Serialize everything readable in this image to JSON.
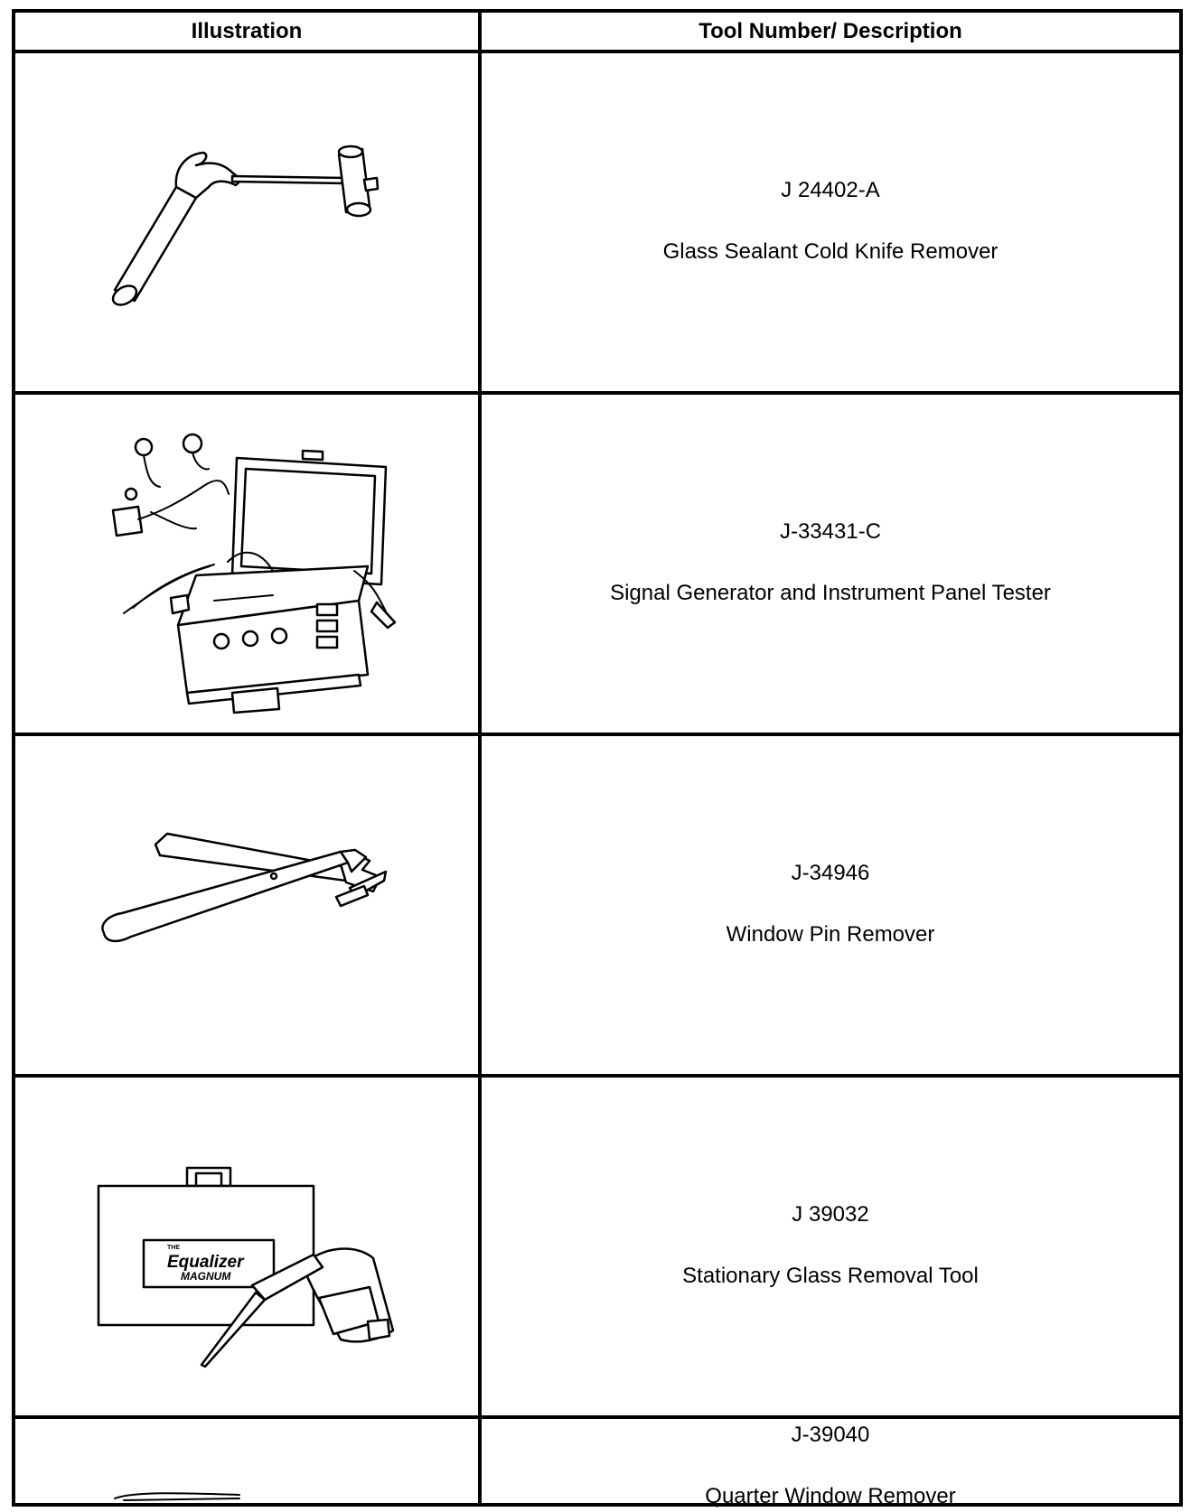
{
  "table": {
    "headers": {
      "illustration": "Illustration",
      "description": "Tool Number/ Description"
    },
    "rows": [
      {
        "tool_number": "J 24402-A",
        "description": "Glass Sealant Cold Knife Remover",
        "icon": "cold-knife-remover-illustration"
      },
      {
        "tool_number": "J-33431-C",
        "description": "Signal Generator and Instrument Panel Tester",
        "icon": "signal-generator-case-illustration"
      },
      {
        "tool_number": "J-34946",
        "description": "Window Pin Remover",
        "icon": "window-pin-remover-illustration"
      },
      {
        "tool_number": "J 39032",
        "description": "Stationary Glass Removal Tool",
        "icon": "equalizer-magnum-illustration",
        "logo_text": {
          "small": "THE",
          "brand": "Equalizer",
          "model": "MAGNUM"
        }
      },
      {
        "tool_number": "J-39040",
        "description": "Quarter Window Remover",
        "icon": "quarter-window-remover-illustration"
      }
    ]
  }
}
